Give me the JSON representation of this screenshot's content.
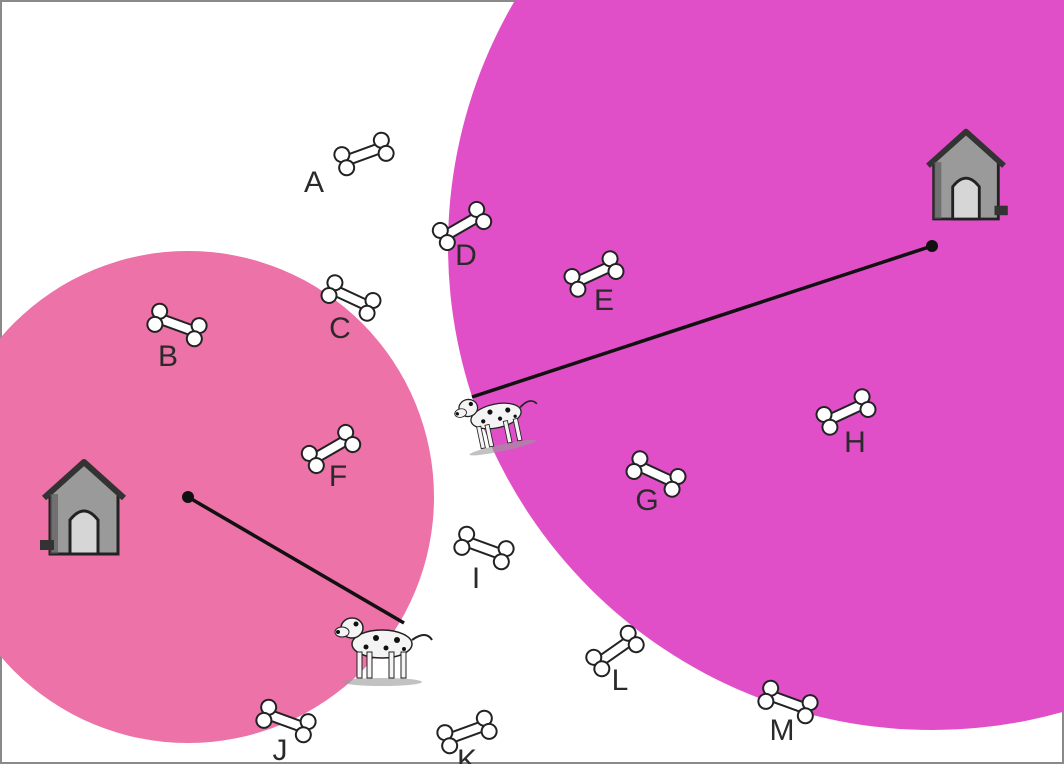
{
  "colors": {
    "small_circle": "#ec72a8",
    "large_circle": "#e14fc8",
    "leash": "#111111",
    "bone_fill": "#ffffff",
    "bone_outline": "#222222",
    "frame": "#8a8a8a"
  },
  "bones": [
    {
      "id": "bone-a",
      "label": "A",
      "zone": "outside"
    },
    {
      "id": "bone-b",
      "label": "B",
      "zone": "small-circle"
    },
    {
      "id": "bone-c",
      "label": "C",
      "zone": "small-circle-edge"
    },
    {
      "id": "bone-d",
      "label": "D",
      "zone": "large-circle-edge"
    },
    {
      "id": "bone-e",
      "label": "E",
      "zone": "large-circle"
    },
    {
      "id": "bone-f",
      "label": "F",
      "zone": "small-circle"
    },
    {
      "id": "bone-g",
      "label": "G",
      "zone": "large-circle"
    },
    {
      "id": "bone-h",
      "label": "H",
      "zone": "large-circle"
    },
    {
      "id": "bone-i",
      "label": "I",
      "zone": "outside"
    },
    {
      "id": "bone-j",
      "label": "J",
      "zone": "small-circle-edge"
    },
    {
      "id": "bone-k",
      "label": "K",
      "zone": "outside"
    },
    {
      "id": "bone-l",
      "label": "L",
      "zone": "outside"
    },
    {
      "id": "bone-m",
      "label": "M",
      "zone": "large-circle-edge"
    }
  ],
  "icons": {
    "doghouse": "doghouse-icon",
    "dog": "dalmatian-dog-icon",
    "bone": "bone-icon"
  }
}
